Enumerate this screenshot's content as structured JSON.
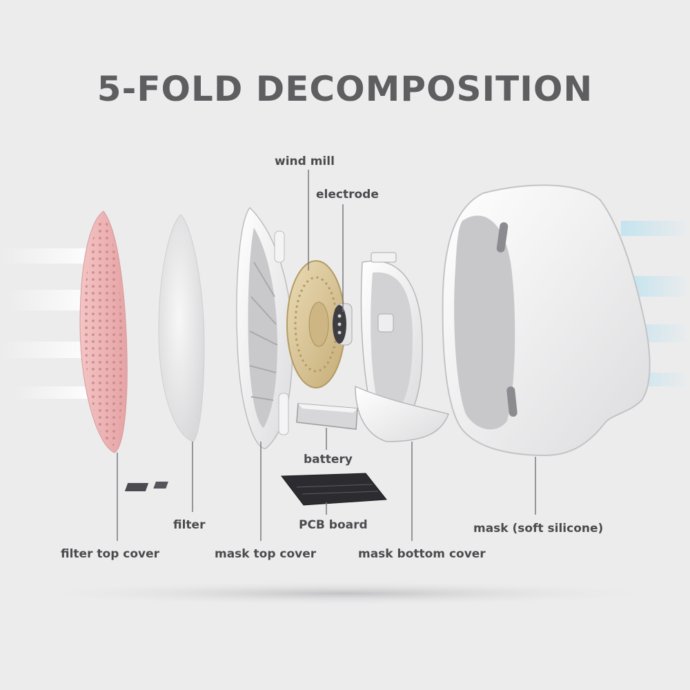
{
  "title": "5-FOLD DECOMPOSITION",
  "labels": {
    "wind_mill": "wind mill",
    "electrode": "electrode",
    "battery": "battery",
    "pcb_board": "PCB board",
    "filter": "filter",
    "filter_top_cover": "filter top cover",
    "mask_top_cover": "mask top cover",
    "mask_bottom_cover": "mask bottom cover",
    "mask_soft_silicone": "mask (soft silicone)"
  },
  "colors": {
    "background": "#ececed",
    "title": "#5e5e61",
    "label": "#4b4b4e",
    "leader_line": "#7a7a7d",
    "filter_cover_pink": "#eeb3b4",
    "wind_mill_gold": "#d9c69b",
    "airflow_blue": "#bfe3ee"
  }
}
